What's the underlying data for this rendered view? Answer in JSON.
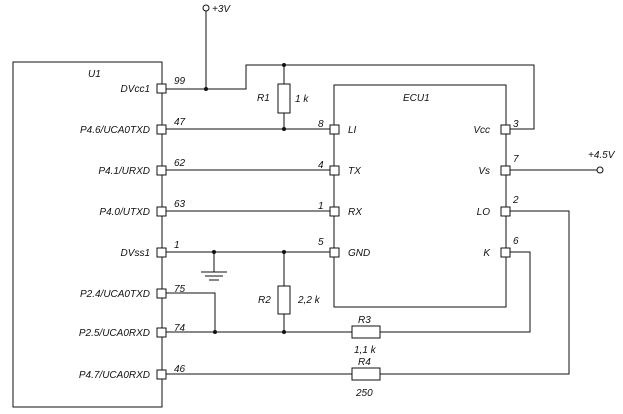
{
  "u1": {
    "title": "U1",
    "pins": [
      {
        "label": "DVcc1",
        "num": "99"
      },
      {
        "label": "P4.6/UCA0TXD",
        "num": "47"
      },
      {
        "label": "P4.1/URXD",
        "num": "62"
      },
      {
        "label": "P4.0/UTXD",
        "num": "63"
      },
      {
        "label": "DVss1",
        "num": "1"
      },
      {
        "label": "P2.4/UCA0TXD",
        "num": "75"
      },
      {
        "label": "P2.5/UCA0RXD",
        "num": "74"
      },
      {
        "label": "P4.7/UCA0RXD",
        "num": "46"
      }
    ]
  },
  "ecu": {
    "title": "ECU1",
    "left_pins": [
      {
        "label": "LI",
        "num": "8"
      },
      {
        "label": "TX",
        "num": "4"
      },
      {
        "label": "RX",
        "num": "1"
      },
      {
        "label": "GND",
        "num": "5"
      }
    ],
    "right_pins": [
      {
        "label": "Vcc",
        "num": "3"
      },
      {
        "label": "Vs",
        "num": "7"
      },
      {
        "label": "LO",
        "num": "2"
      },
      {
        "label": "K",
        "num": "6"
      }
    ]
  },
  "resistors": {
    "r1": {
      "name": "R1",
      "value": "1  k"
    },
    "r2": {
      "name": "R2",
      "value": "2,2  k"
    },
    "r3": {
      "name": "R3",
      "value": "1,1  k"
    },
    "r4": {
      "name": "R4",
      "value": "250"
    }
  },
  "supplies": {
    "v3": "+3V",
    "v45": "+4.5V"
  }
}
